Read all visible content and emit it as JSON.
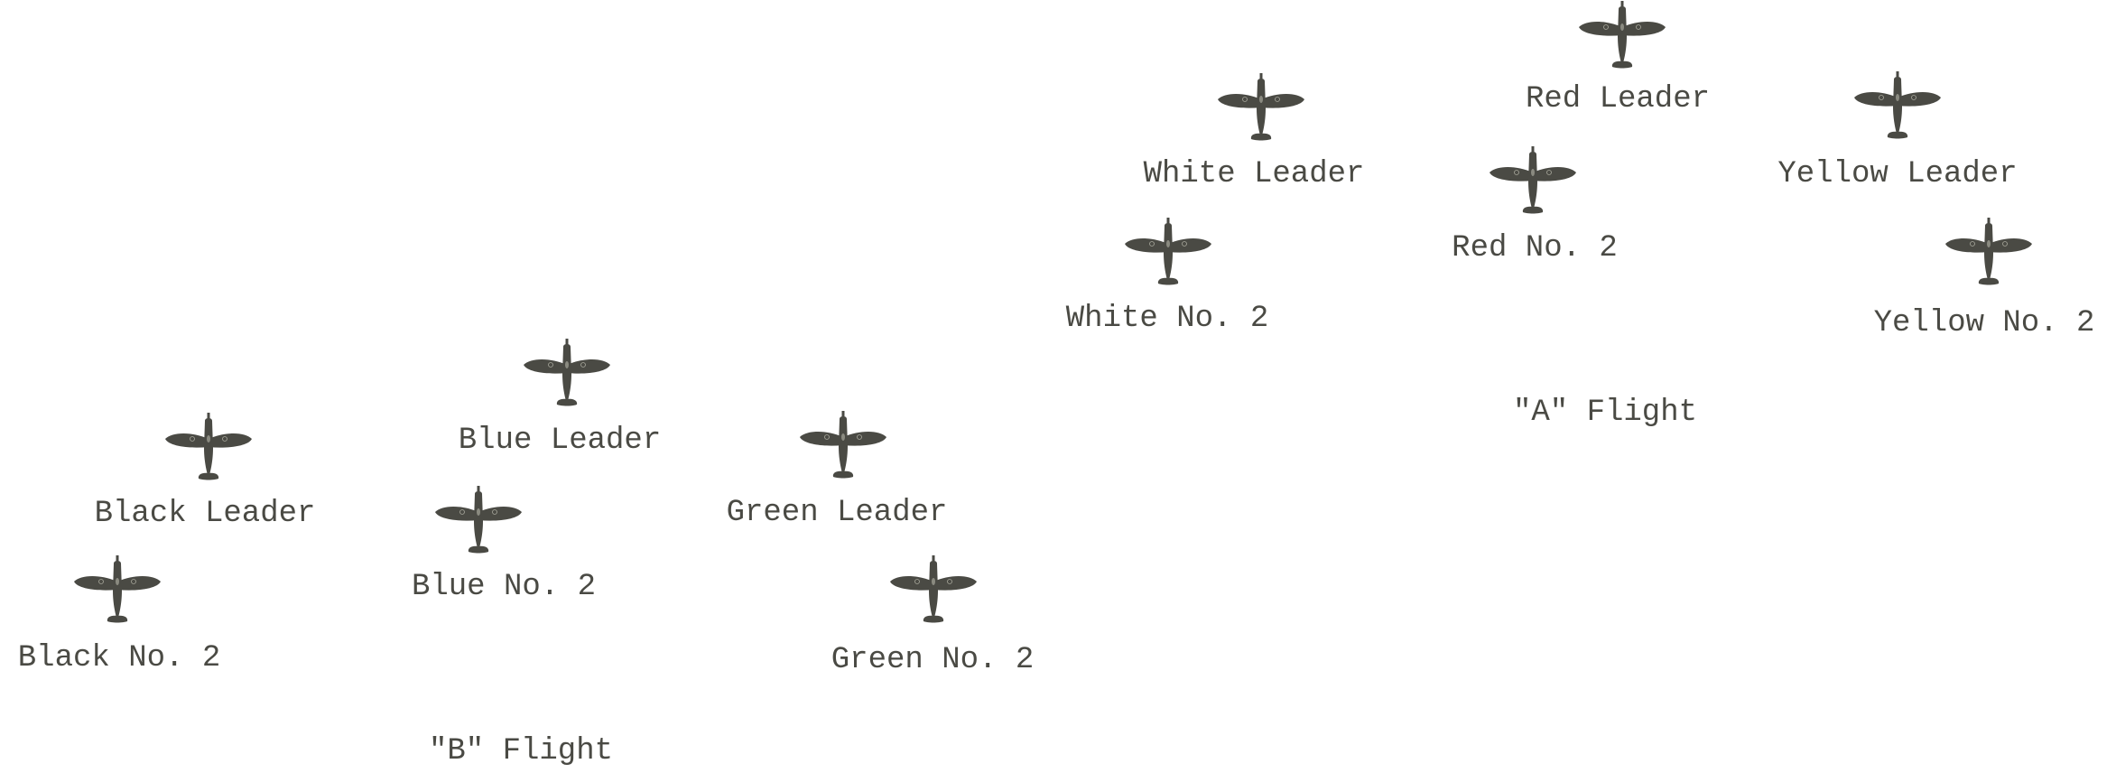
{
  "aircraft": {
    "red_leader": "Red Leader",
    "white_leader": "White Leader",
    "yellow_leader": "Yellow Leader",
    "red_2": "Red No. 2",
    "white_2": "White No. 2",
    "yellow_2": "Yellow No. 2",
    "blue_leader": "Blue Leader",
    "black_leader": "Black Leader",
    "green_leader": "Green Leader",
    "blue_2": "Blue No. 2",
    "black_2": "Black No. 2",
    "green_2": "Green No. 2"
  },
  "flights": {
    "a": "\"A\" Flight",
    "b": "\"B\" Flight"
  },
  "icon": "spitfire-plan-view-icon",
  "colors": {
    "aircraft": "#4a4a44",
    "text": "#4a4a44",
    "background": "#ffffff"
  }
}
